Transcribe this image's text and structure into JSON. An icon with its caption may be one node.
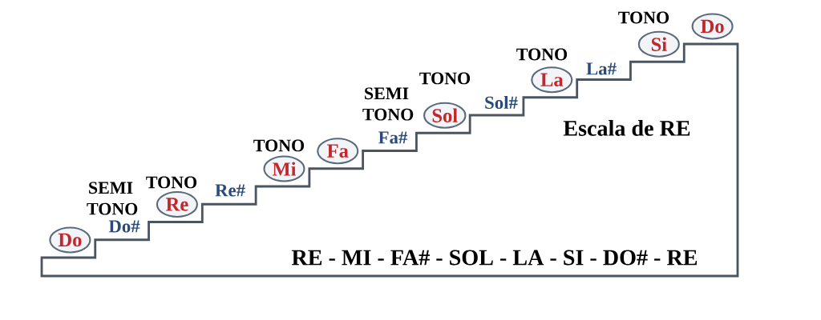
{
  "diagram": {
    "nodes": [
      {
        "text": [
          "Do"
        ]
      },
      {
        "text": [
          "Re"
        ]
      },
      {
        "text": [
          "Mi"
        ]
      },
      {
        "text": [
          "Fa"
        ]
      },
      {
        "text": [
          "Sol"
        ]
      },
      {
        "text": [
          "La"
        ]
      },
      {
        "text": [
          "Si"
        ]
      },
      {
        "text": [
          "Do"
        ]
      }
    ],
    "labels": [
      "TONO",
      "TONO",
      "TONO",
      "SEMI TONO",
      "La#",
      "Sol#",
      "Escala de RE",
      "TONO",
      "Fa#",
      "TONO",
      "SEMI TONO",
      "Re#",
      "Do#",
      "RE - MI - FA# - SOL - LA - SI - DO# - RE"
    ]
  }
}
